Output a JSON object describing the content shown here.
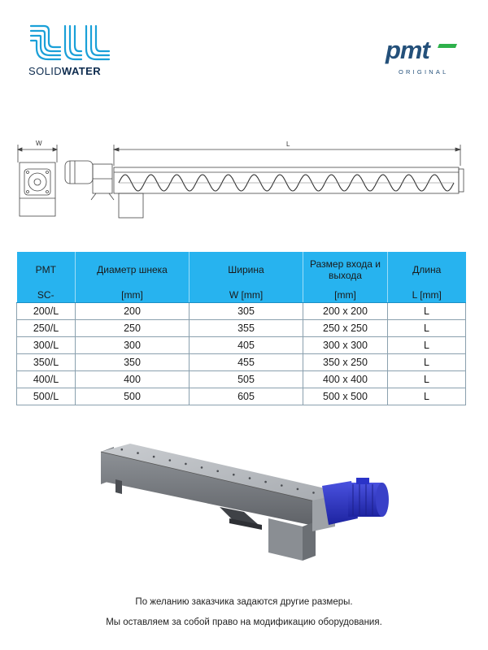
{
  "colors": {
    "brand_navy": "#0d2b4e",
    "brand_blue": "#1aa0d8",
    "pmt_blue": "#24507a",
    "pmt_green": "#2eb14b",
    "table_header": "#27b3ef",
    "motor_blue": "#2a33c8"
  },
  "logo": {
    "icon": "solidwater-mark-icon",
    "brand_light": "SOLID",
    "brand_bold": "WATER"
  },
  "pmt_logo": {
    "text": "pmt",
    "subtitle": "ORIGINAL"
  },
  "drawing": {
    "width_label": "W",
    "length_label": "L"
  },
  "spec_table": {
    "header_row1": [
      "PMT",
      "Диаметр шнека",
      "Ширина",
      "Размер входа и выхода",
      "Длина"
    ],
    "header_row2": [
      "SC-",
      "[mm]",
      "W [mm]",
      "[mm]",
      "L [mm]"
    ],
    "rows": [
      [
        "200/L",
        "200",
        "305",
        "200 x 200",
        "L"
      ],
      [
        "250/L",
        "250",
        "355",
        "250 x 250",
        "L"
      ],
      [
        "300/L",
        "300",
        "405",
        "300 x 300",
        "L"
      ],
      [
        "350/L",
        "350",
        "455",
        "350 x 250",
        "L"
      ],
      [
        "400/L",
        "400",
        "505",
        "400 x 400",
        "L"
      ],
      [
        "500/L",
        "500",
        "605",
        "500 x 500",
        "L"
      ]
    ]
  },
  "footer": {
    "note1": "По желанию заказчика задаются другие размеры.",
    "note2": "Мы оставляем за собой право на модификацию оборудования."
  }
}
